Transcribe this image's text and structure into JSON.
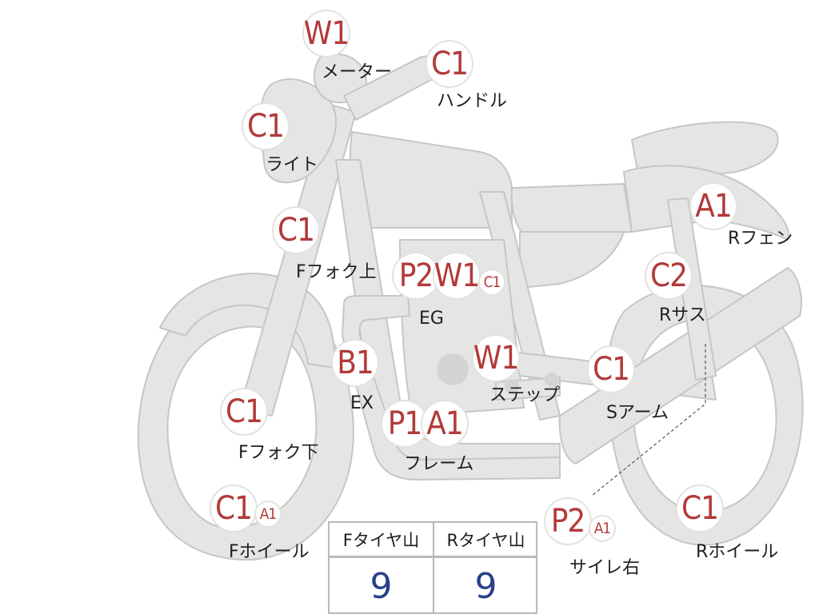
{
  "badges": [
    {
      "id": "meter-w1",
      "code": "W1",
      "size": "lg"
    },
    {
      "id": "handle-c1",
      "code": "C1",
      "size": "lg"
    },
    {
      "id": "light-c1",
      "code": "C1",
      "size": "lg"
    },
    {
      "id": "ffork-upper-c1",
      "code": "C1",
      "size": "lg"
    },
    {
      "id": "eg-p2",
      "code": "P2",
      "size": "lg"
    },
    {
      "id": "eg-w1",
      "code": "W1",
      "size": "lg"
    },
    {
      "id": "eg-c1",
      "code": "C1",
      "size": "sm"
    },
    {
      "id": "ex-b1",
      "code": "B1",
      "size": "lg"
    },
    {
      "id": "step-w1",
      "code": "W1",
      "size": "lg"
    },
    {
      "id": "frame-p1",
      "code": "P1",
      "size": "lg"
    },
    {
      "id": "frame-a1",
      "code": "A1",
      "size": "lg"
    },
    {
      "id": "ffork-lower-c1",
      "code": "C1",
      "size": "lg"
    },
    {
      "id": "fwheel-c1",
      "code": "C1",
      "size": "lg"
    },
    {
      "id": "fwheel-a1",
      "code": "A1",
      "size": "sm"
    },
    {
      "id": "rfender-a1",
      "code": "A1",
      "size": "lg"
    },
    {
      "id": "rsus-c2",
      "code": "C2",
      "size": "lg"
    },
    {
      "id": "sarm-c1",
      "code": "C1",
      "size": "lg"
    },
    {
      "id": "silencer-p2",
      "code": "P2",
      "size": "lg"
    },
    {
      "id": "silencer-a1",
      "code": "A1",
      "size": "sm"
    },
    {
      "id": "rwheel-c1",
      "code": "C1",
      "size": "lg"
    }
  ],
  "labels": {
    "meter": "メーター",
    "handle": "ハンドル",
    "light": "ライト",
    "ffork_upper": "Fフォク上",
    "eg": "EG",
    "ex": "EX",
    "step": "ステップ",
    "frame": "フレーム",
    "ffork_lower": "Fフォク下",
    "fwheel": "Fホイール",
    "rfender": "Rフェン",
    "rsus": "Rサス",
    "sarm": "Sアーム",
    "silencer_right": "サイレ右",
    "rwheel": "Rホイール"
  },
  "tire_table": {
    "headers": [
      "Fタイヤ山",
      "Rタイヤ山"
    ],
    "values": [
      "9",
      "9"
    ]
  },
  "colors": {
    "silhouette": "#e5e5e3",
    "outline": "#c6c6c4",
    "badge_text": "#b23a3a",
    "value_text": "#2a3f8a"
  }
}
